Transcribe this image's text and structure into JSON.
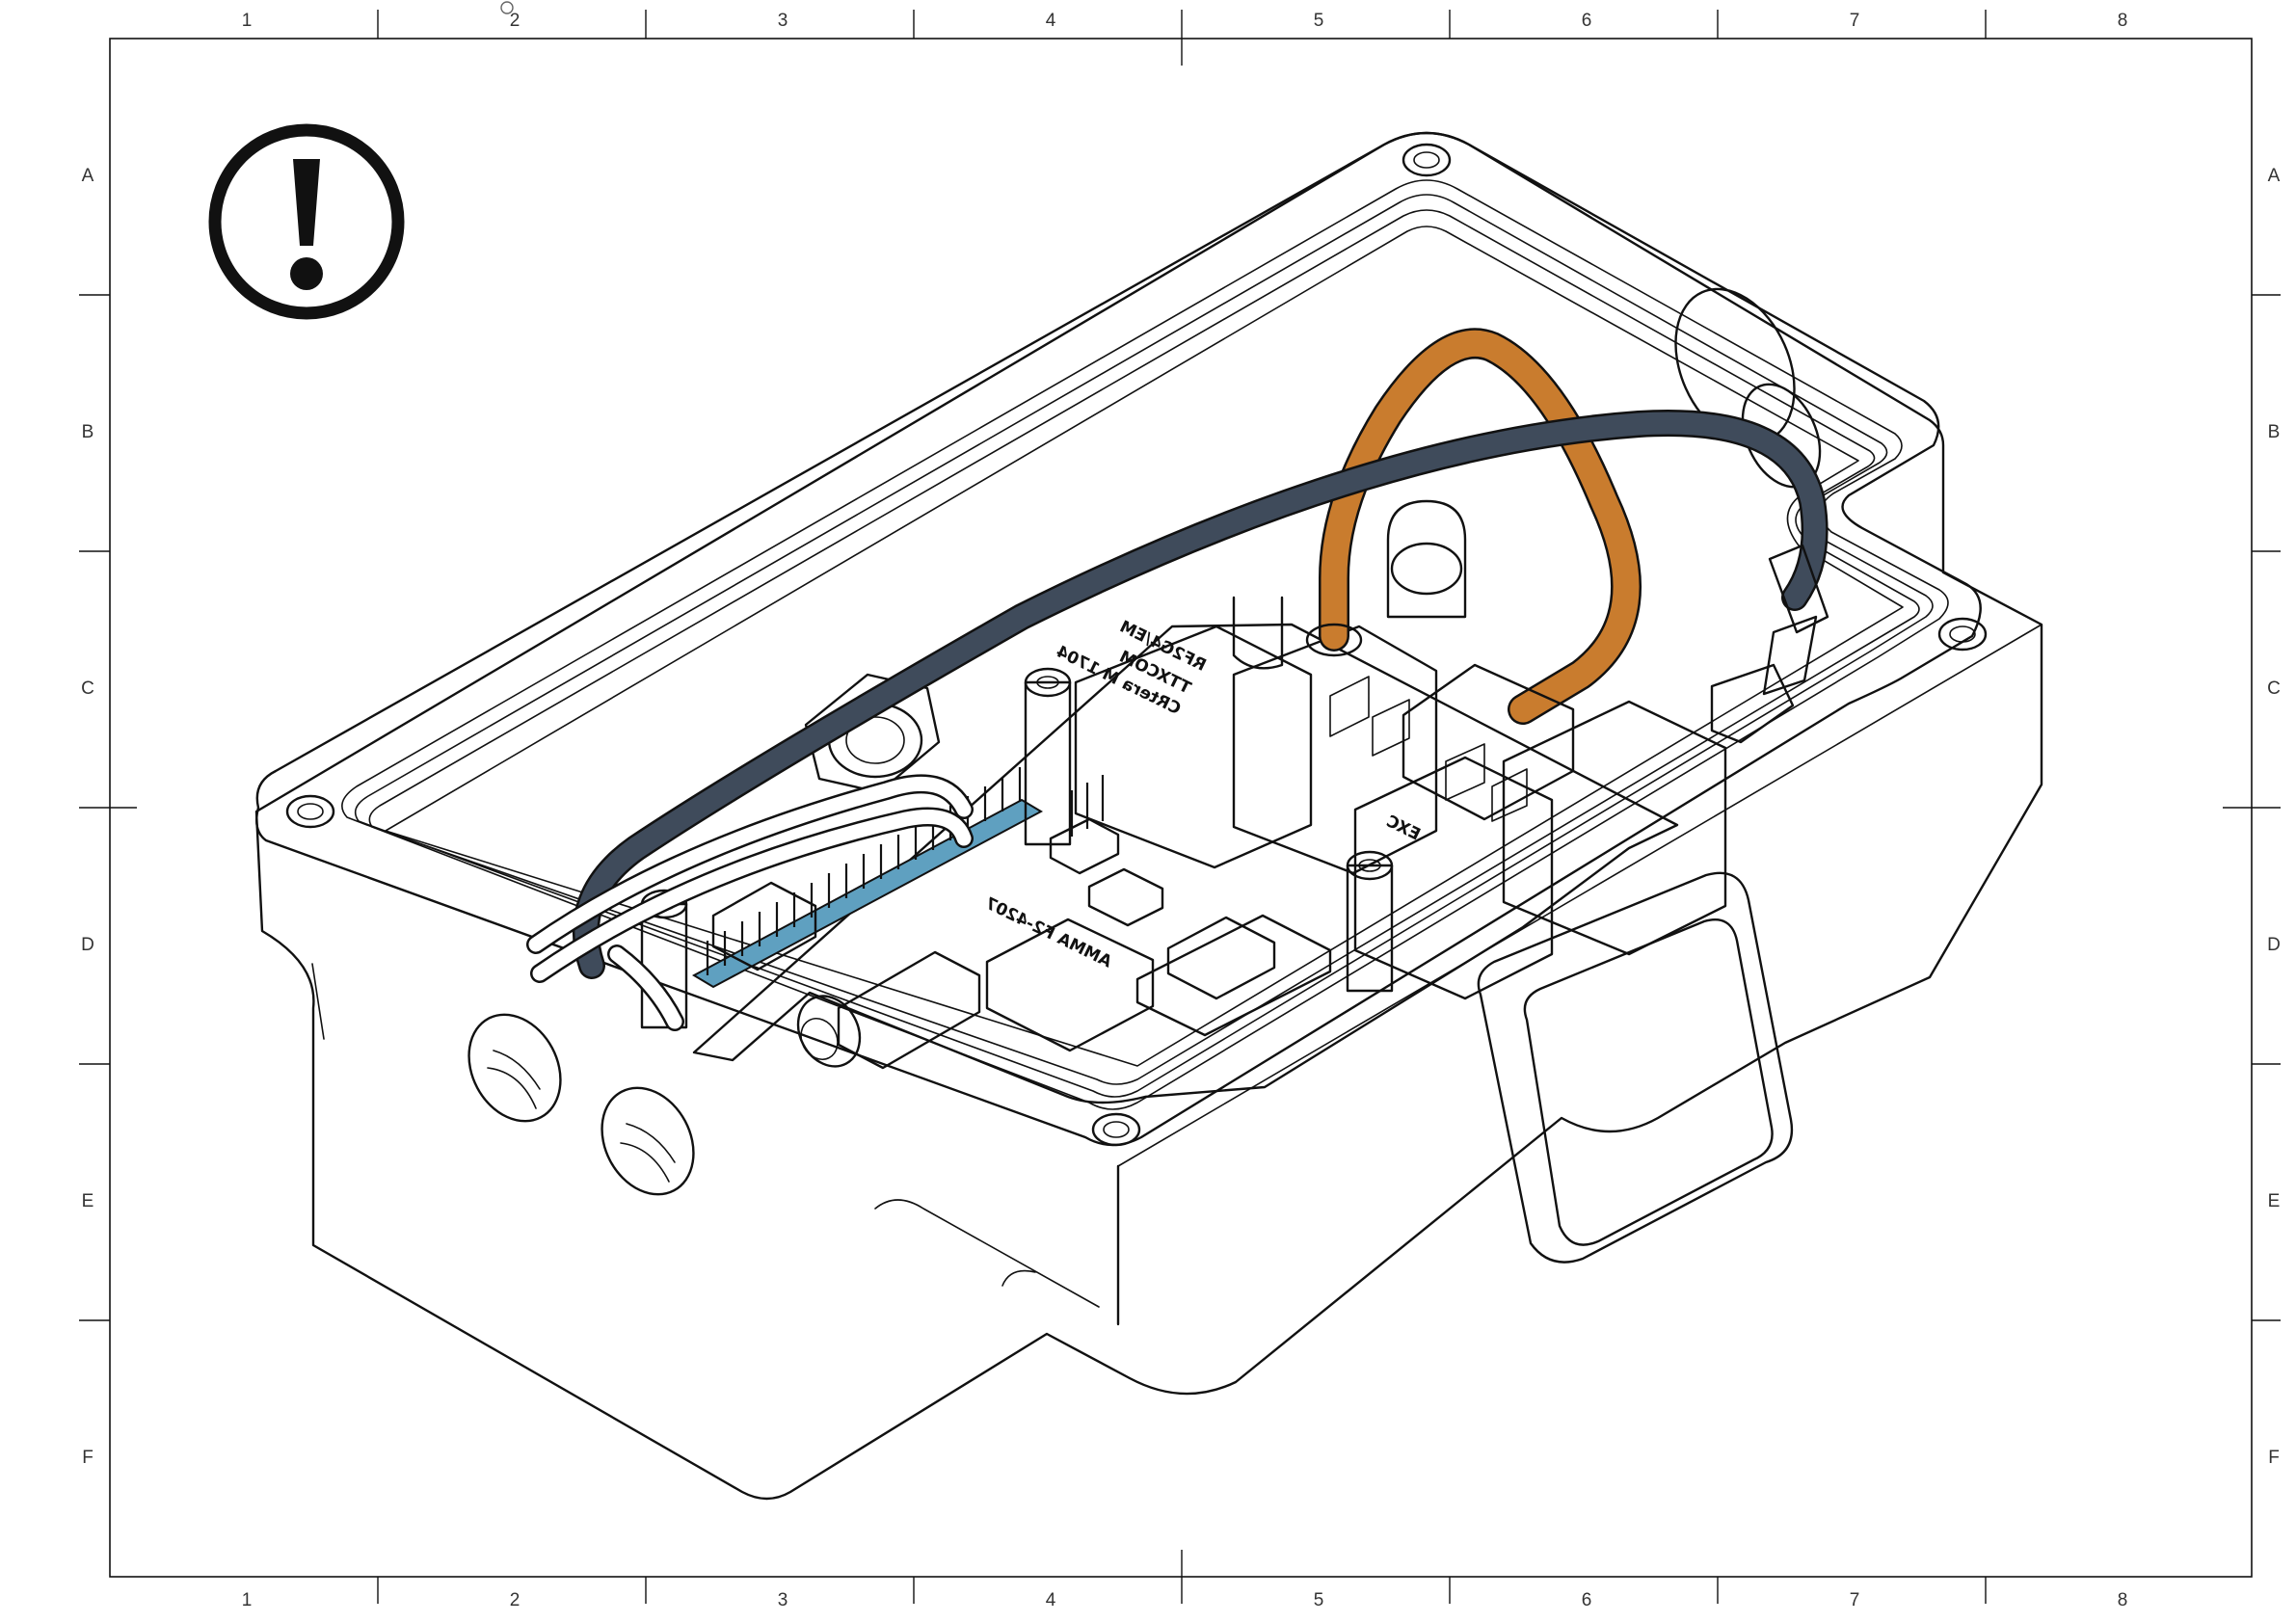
{
  "sheet": {
    "columns": [
      "1",
      "2",
      "3",
      "4",
      "5",
      "6",
      "7",
      "8"
    ],
    "rows": [
      "A",
      "B",
      "C",
      "D",
      "E",
      "F"
    ]
  },
  "colors": {
    "pcb": "#5fa0c0",
    "antenna_cable": "#c97c2e",
    "coax_cable": "#3f4b5b",
    "standoff": "#c99b66",
    "line": "#111111",
    "paper": "#ffffff"
  },
  "icons": {
    "warning": "exclamation-in-circle-icon"
  },
  "board_markings": {
    "line1": "TTXCOM",
    "line2": "CRtera M 1704",
    "line3": "RF2G4/EM",
    "module_text": "AMMA F2-4207",
    "brand": "EXC"
  }
}
